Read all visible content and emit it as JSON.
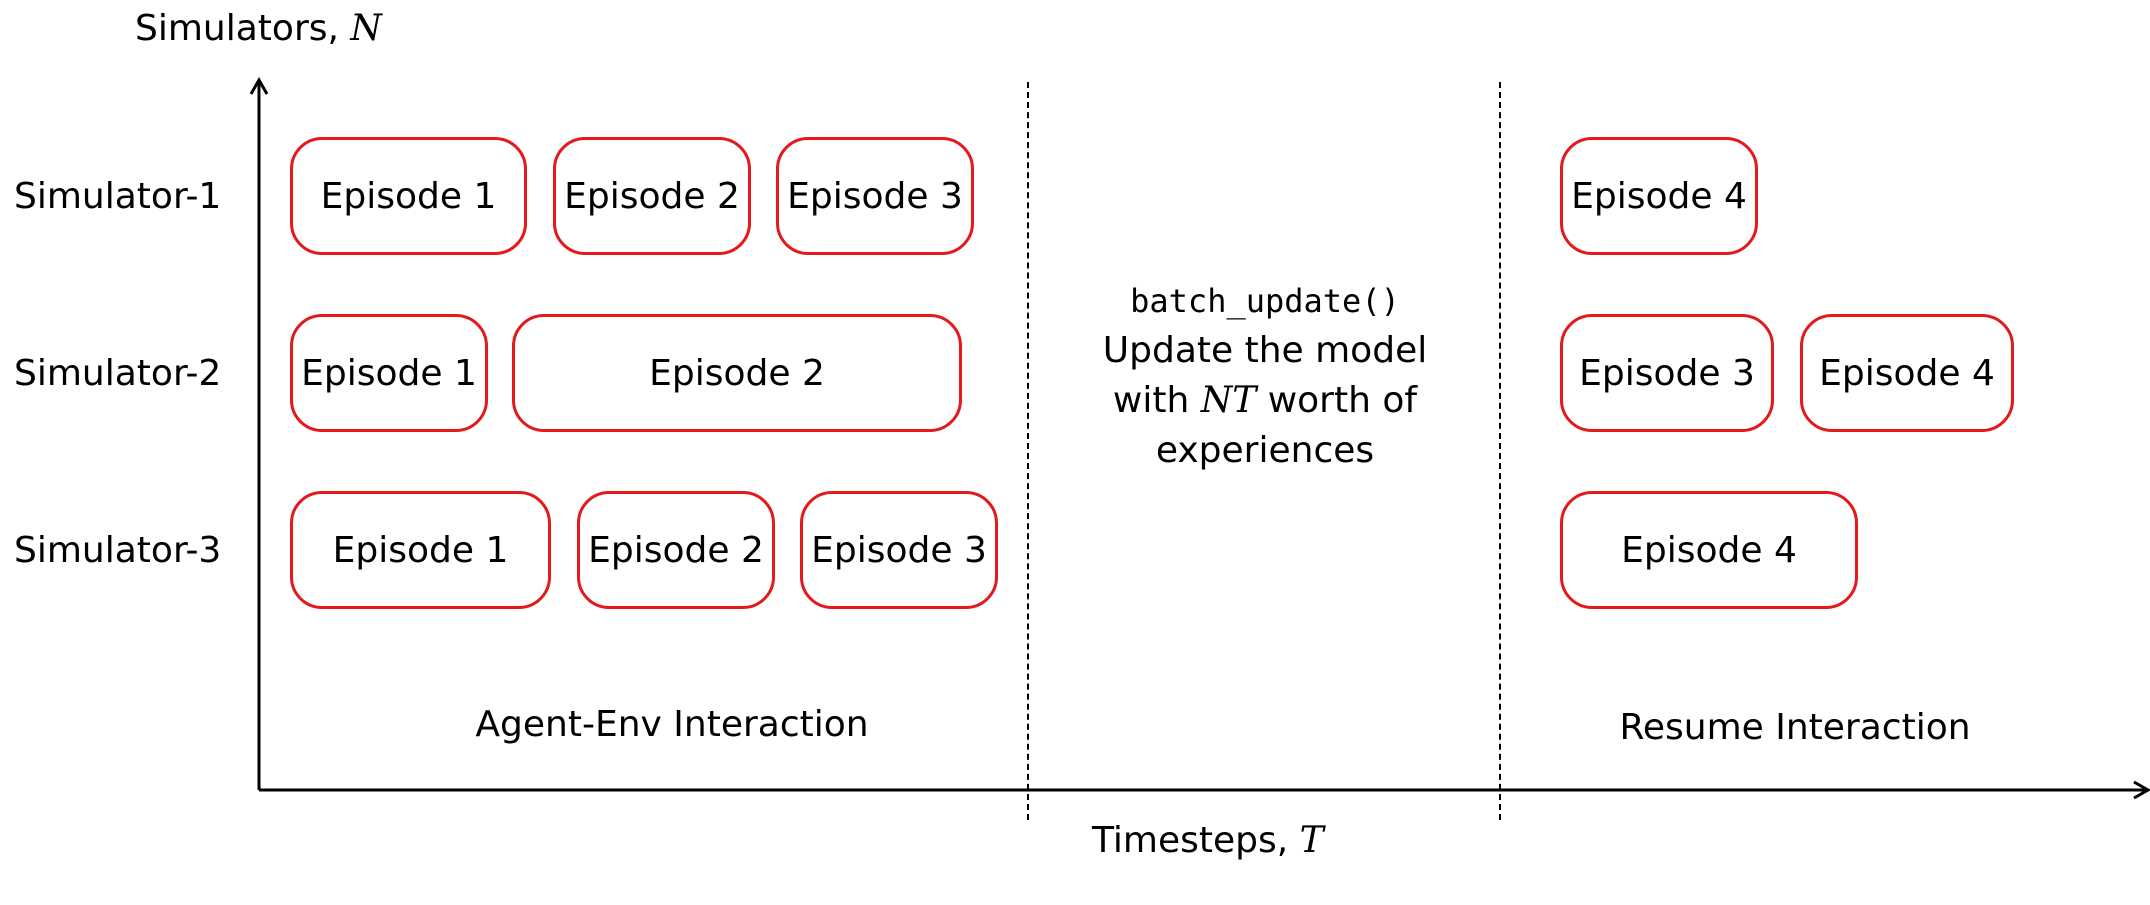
{
  "axes": {
    "y_label_text": "Simulators, ",
    "y_label_var": "N",
    "x_label_text": "Timesteps, ",
    "x_label_var": "T"
  },
  "rows": [
    {
      "label": "Simulator-1"
    },
    {
      "label": "Simulator-2"
    },
    {
      "label": "Simulator-3"
    }
  ],
  "episodes": {
    "sim1": [
      "Episode 1",
      "Episode 2",
      "Episode 3",
      "Episode 4"
    ],
    "sim2": [
      "Episode 1",
      "Episode 2",
      "Episode 3",
      "Episode 4"
    ],
    "sim3": [
      "Episode 1",
      "Episode 2",
      "Episode 3",
      "Episode 4"
    ]
  },
  "phases": {
    "interaction": "Agent-Env Interaction",
    "update_fn": "batch_update()",
    "update_line1": "Update the model",
    "update_line2_pre": "with ",
    "update_line2_var": "NT",
    "update_line2_post": " worth of",
    "update_line3": "experiences",
    "resume": "Resume Interaction"
  },
  "colors": {
    "episode_border": "#e3191c",
    "axis": "#000000"
  }
}
